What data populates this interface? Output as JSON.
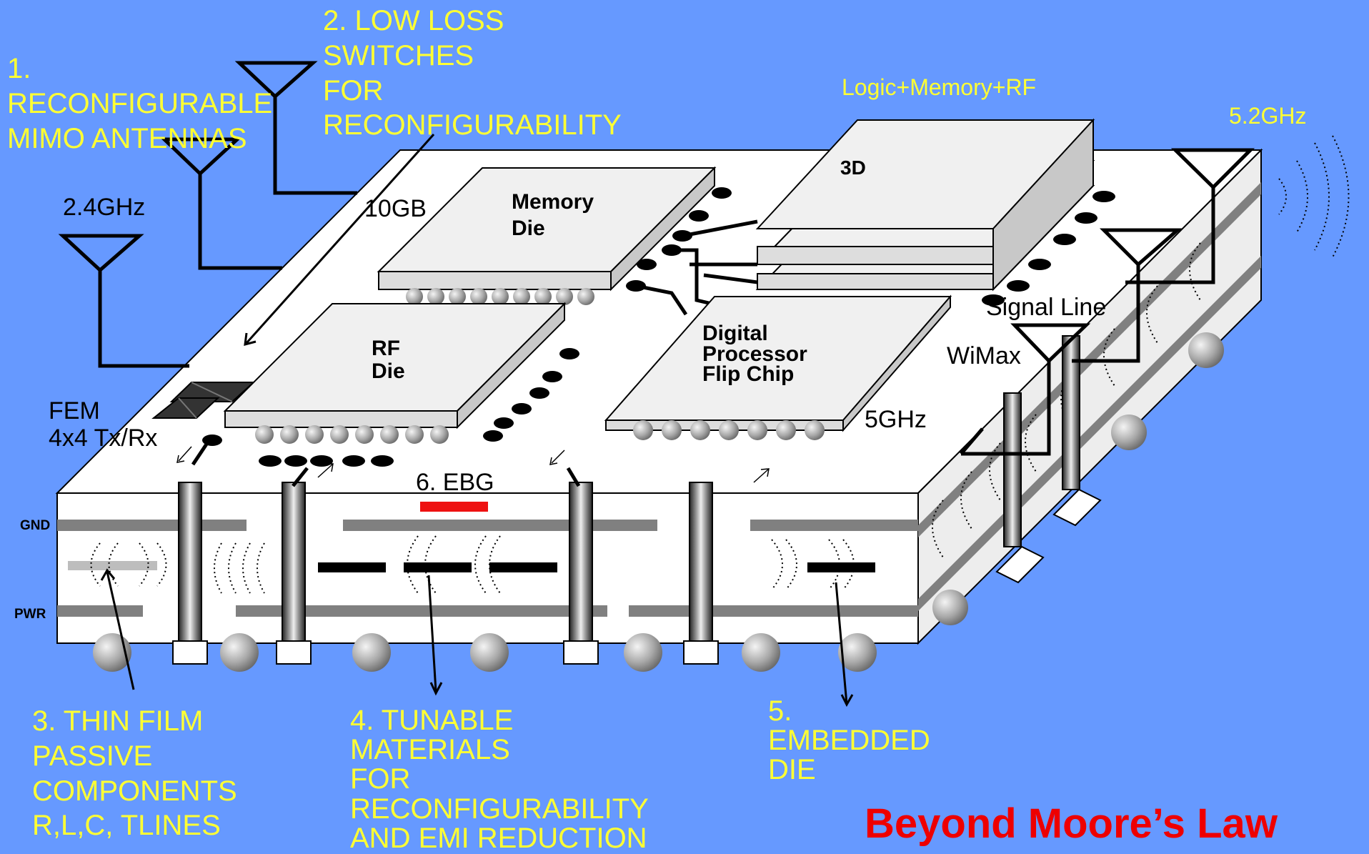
{
  "callouts": {
    "c1": "1.\nRECONFIGURABLE\nMIMO ANTENNAS",
    "c2": "2. LOW LOSS\nSWITCHES\nFOR\nRECONFIGURABILITY",
    "c3": "3. THIN FILM\nPASSIVE\nCOMPONENTS\nR,L,C, TLINES",
    "c4": "4. TUNABLE\nMATERIALS\nFOR\nRECONFIGURABILITY\nAND EMI REDUCTION",
    "c5": "5.\nEMBEDDED\nDIE",
    "c6": "6. EBG"
  },
  "labels": {
    "logic_memory_rf": "Logic+Memory+RF",
    "freq_52": "5.2GHz",
    "freq_24": "2.4GHz",
    "freq_5": "5GHz",
    "size_10gb": "10GB",
    "memory_die": "Memory\nDie",
    "rf_die": "RF\nDie",
    "digital_processor": "Digital\nProcessor\nFlip Chip",
    "three_d": "3D",
    "fem": "FEM\n4x4 Tx/Rx",
    "signal_line": "Signal Line",
    "wimax": "WiMax",
    "gnd": "GND",
    "pwr": "PWR"
  },
  "title": "Beyond Moore’s Law",
  "colors": {
    "background": "#6699ff",
    "callout_text": "#ffff33",
    "title_text": "#ee0000",
    "ebg_bar": "#ee1111"
  }
}
